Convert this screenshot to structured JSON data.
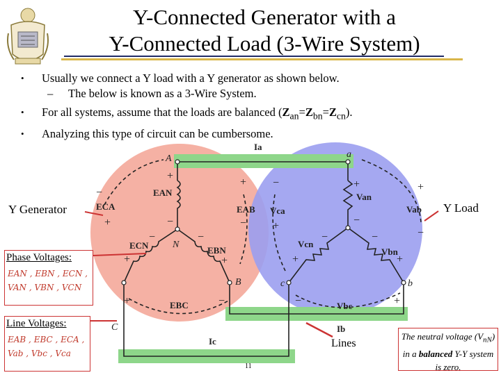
{
  "title_line1": "Y-Connected Generator with a",
  "title_line2": "Y-Connected Load (3-Wire System)",
  "bullets": {
    "b1": "Usually we connect a Y load with a Y generator as shown below.",
    "b1_sub": "The below is known as a 3-Wire System.",
    "b2_pre": "For all systems, assume that the loads are balanced (",
    "b2_z": "Z",
    "b2_an": "an",
    "b2_eq1": "=",
    "b2_bn": "bn",
    "b2_eq2": "=",
    "b2_cn": "cn",
    "b2_post": ").",
    "b3": "Analyzing this type of circuit can be cumbersome."
  },
  "labels": {
    "generator": "Y Generator",
    "load": "Y Load",
    "lines": "Lines",
    "page_number": "11"
  },
  "phase_box": {
    "title": "Phase Voltages:",
    "row1": "EAN , EBN , ECN ,",
    "row2": "VAN , VBN , VCN"
  },
  "line_box": {
    "title": "Line Voltages:",
    "row1": "EAB , EBC , ECA ,",
    "row2": "Vab , Vbc , Vca"
  },
  "note": {
    "part1": "The neutral voltage (V",
    "sub": "nN",
    "part2": ") in a ",
    "bold": "balanced",
    "part3": " Y-Y system is zero."
  },
  "circuit": {
    "node_A": "A",
    "node_B": "B",
    "node_C": "C",
    "node_N": "N",
    "node_a": "a",
    "node_b": "b",
    "node_c": "c",
    "Ia": "Ia",
    "Ib": "Ib",
    "Ic": "Ic",
    "EAN": "EAN",
    "EBN": "EBN",
    "ECN": "ECN",
    "EAB": "EAB",
    "EBC": "EBC",
    "ECA": "ECA",
    "Van": "Van",
    "Vbn": "Vbn",
    "Vcn": "Vcn",
    "Vab": "Vab",
    "Vbc": "Vbc",
    "Vca": "Vca",
    "plus": "+",
    "minus": "−"
  },
  "colors": {
    "generator_circle": "#f4a99a",
    "load_circle": "#9b9ff0",
    "line_highlight": "#8ed68a",
    "title_rule": "#d9b64a",
    "accent_red": "#c0392b"
  }
}
